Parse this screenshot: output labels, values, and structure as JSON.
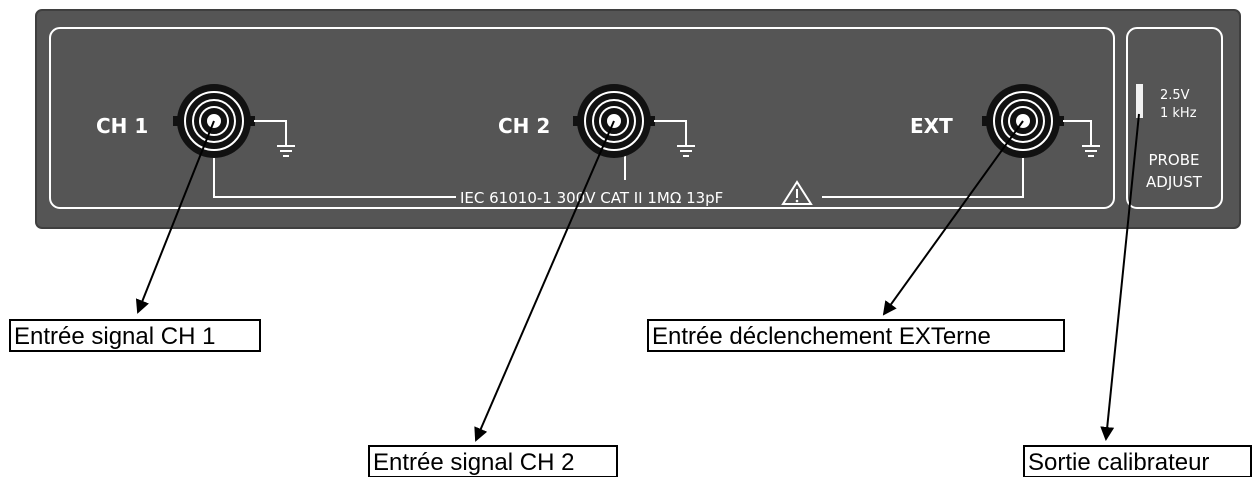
{
  "panel": {
    "channels": [
      {
        "label": "CH 1"
      },
      {
        "label": "CH 2"
      },
      {
        "label": "EXT"
      }
    ],
    "rating_text": "IEC 61010-1 300V CAT II 1MΩ 13pF",
    "warning_icon": "warning-triangle-icon",
    "ground_icon": "ground-symbol-icon",
    "calibrator": {
      "voltage": "2.5V",
      "frequency": "1 kHz",
      "title_line1": "PROBE",
      "title_line2": "ADJUST"
    },
    "colors": {
      "panel": "#555555",
      "panel_edge": "#3f3f3f",
      "marking": "#ffffff",
      "connector_black": "#111111"
    }
  },
  "callouts": {
    "ch1": "Entrée signal CH 1",
    "ch2": "Entrée signal CH 2",
    "ext": "Entrée déclenchement EXTerne",
    "calibrator": "Sortie calibrateur"
  }
}
